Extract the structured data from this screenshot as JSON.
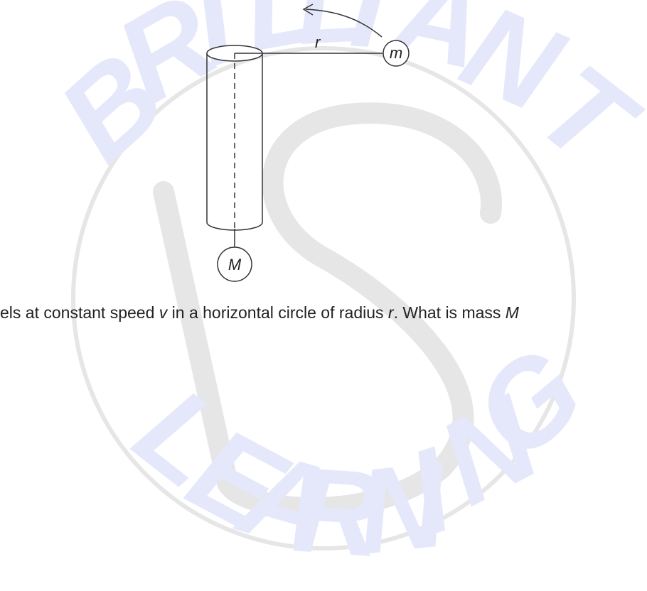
{
  "watermark": {
    "top_text": "BRILLIANT",
    "bottom_text": "LEARNING",
    "text_color": "#e5e8fb",
    "emblem_color": "#e6e6e6"
  },
  "diagram": {
    "labels": {
      "radius": "r",
      "small_mass": "m",
      "large_mass": "M"
    },
    "line_color": "#333333"
  },
  "question": {
    "part1": "els at constant speed ",
    "var_speed": "v",
    "part2": " in a horizontal circle of radius ",
    "var_radius": "r",
    "part3": ". What is mass ",
    "var_mass": "M"
  }
}
